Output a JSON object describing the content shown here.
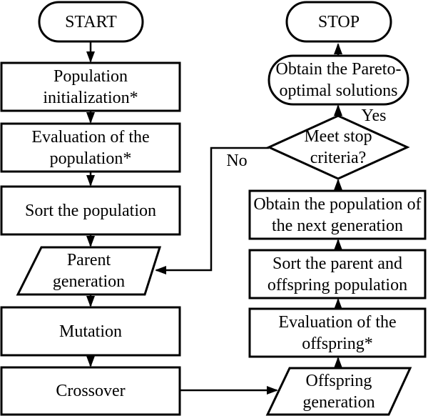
{
  "diagram": {
    "colors": {
      "stroke": "#000000",
      "background": "#ffffff"
    },
    "nodes": {
      "start": {
        "type": "terminator",
        "label": "START"
      },
      "population_initialization": {
        "type": "process",
        "label": "Population\ninitialization*"
      },
      "evaluation_population": {
        "type": "process",
        "label": "Evaluation of the\npopulation*"
      },
      "sort_population": {
        "type": "process",
        "label": "Sort the population"
      },
      "parent_generation": {
        "type": "data",
        "label": "Parent\ngeneration"
      },
      "mutation": {
        "type": "process",
        "label": "Mutation"
      },
      "crossover": {
        "type": "process",
        "label": "Crossover"
      },
      "offspring_generation": {
        "type": "data",
        "label": "Offspring\ngeneration"
      },
      "evaluation_offspring": {
        "type": "process",
        "label": "Evaluation of the\noffspring*"
      },
      "sort_parent_offspring": {
        "type": "process",
        "label": "Sort the parent and\noffspring population"
      },
      "obtain_next_generation": {
        "type": "process",
        "label": "Obtain the population of\nthe next generation"
      },
      "meet_stop_criteria": {
        "type": "decision",
        "label": "Meet stop\ncriteria?"
      },
      "obtain_pareto": {
        "type": "terminator",
        "label": "Obtain the Pareto-\noptimal solutions"
      },
      "stop": {
        "type": "terminator",
        "label": "STOP"
      }
    },
    "edge_labels": {
      "yes": "Yes",
      "no": "No"
    }
  }
}
